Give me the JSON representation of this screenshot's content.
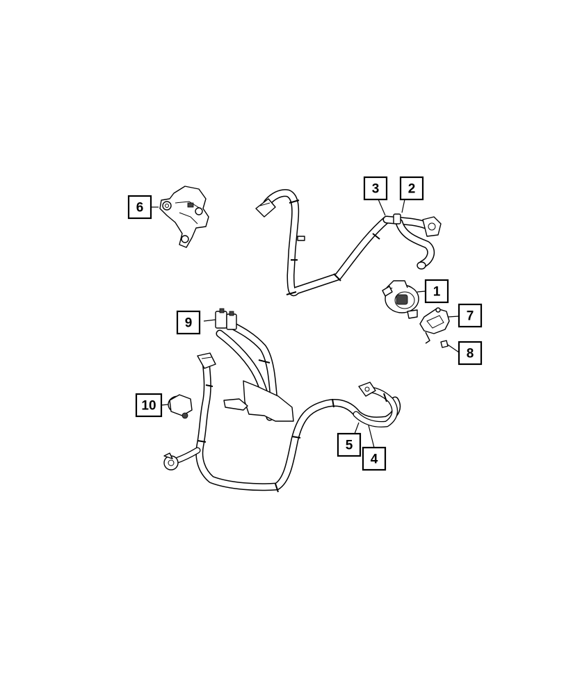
{
  "callouts": [
    {
      "number": "1"
    },
    {
      "number": "2"
    },
    {
      "number": "3"
    },
    {
      "number": "4"
    },
    {
      "number": "5"
    },
    {
      "number": "6"
    },
    {
      "number": "7"
    },
    {
      "number": "8"
    },
    {
      "number": "9"
    },
    {
      "number": "10"
    }
  ],
  "colors": {
    "line": "#000000",
    "background": "#ffffff"
  }
}
